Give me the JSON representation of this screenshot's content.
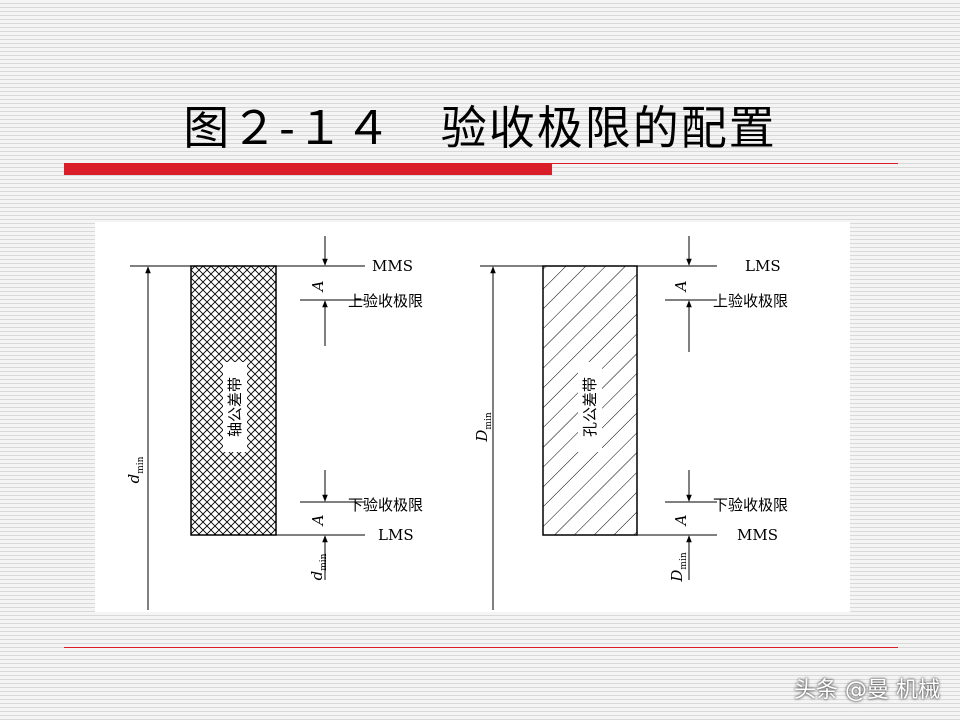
{
  "title": "图２-１４　验收极限的配置",
  "watermark": "头条 @曼 机械",
  "colors": {
    "accent": "#d91e2a",
    "background": "#f4f4f4",
    "figure_bg": "#ffffff"
  },
  "left_diagram": {
    "top_label": "MMS",
    "bottom_label": "LMS",
    "zone_label": "轴公差带",
    "upper_limit": "上验收极限",
    "lower_limit": "下验收极限",
    "margin_symbol": "A",
    "dim_main": "d",
    "dim_sub": "min"
  },
  "right_diagram": {
    "top_label": "LMS",
    "bottom_label": "MMS",
    "zone_label": "孔公差带",
    "upper_limit": "上验收极限",
    "lower_limit": "下验收极限",
    "margin_symbol": "A",
    "dim_main": "D",
    "dim_sub": "min"
  }
}
